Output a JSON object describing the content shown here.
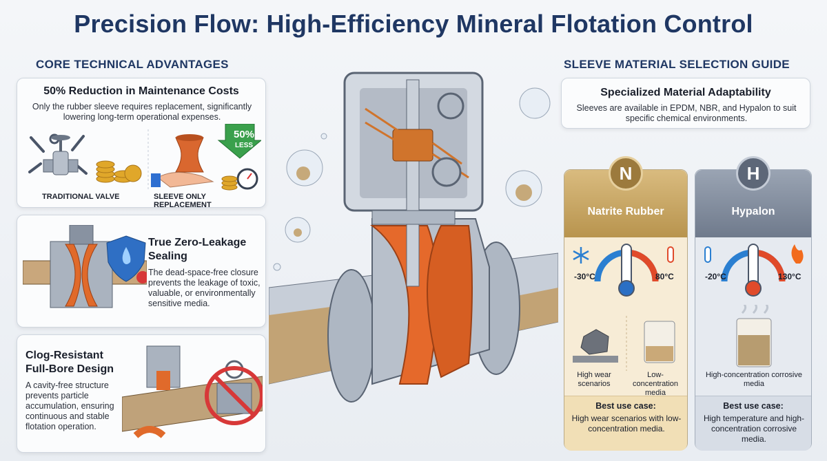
{
  "title": "Precision Flow: High-Efficiency Mineral Flotation Control",
  "left": {
    "heading": "CORE TECHNICAL ADVANTAGES",
    "card1": {
      "title": "50% Reduction in Maintenance Costs",
      "text": "Only the rubber sleeve requires replacement, significantly lowering long-term operational expenses.",
      "label_a": "TRADITIONAL VALVE",
      "label_b": "SLEEVE ONLY REPLACEMENT",
      "badge_pct": "50%",
      "badge_less": "LESS"
    },
    "card2": {
      "title": "True Zero-Leakage Sealing",
      "text": "The dead-space-free closure prevents the leakage of toxic, valuable, or environmentally sensitive media."
    },
    "card3": {
      "title": "Clog-Resistant Full-Bore Design",
      "text": "A cavity-free structure prevents particle accumulation, ensuring continuous and stable flotation operation."
    }
  },
  "right": {
    "heading": "SLEEVE MATERIAL SELECTION GUIDE",
    "info": {
      "title": "Specialized Material Adaptability",
      "text": "Sleeves are available in EPDM, NBR, and Hypalon to suit specific chemical environments."
    },
    "nbr": {
      "letter": "N",
      "name": "Natrite Rubber",
      "t_low": "-30°C",
      "t_high": "80°C",
      "cap1": "High wear scenarios",
      "cap2": "Low-concentration media",
      "use_title": "Best use case:",
      "use_text": "High wear scenarios with low-concentration media.",
      "colors": {
        "head": "#c9a866",
        "body": "#f7ecd6"
      }
    },
    "hyp": {
      "letter": "H",
      "name": "Hypalon",
      "t_low": "-20°C",
      "t_high": "130°C",
      "cap": "High-concentration corrosive media",
      "use_title": "Best use case:",
      "use_text": "High temperature and high-concentration corrosive media.",
      "colors": {
        "head": "#7d8799",
        "body": "#e6eaf0"
      }
    }
  }
}
